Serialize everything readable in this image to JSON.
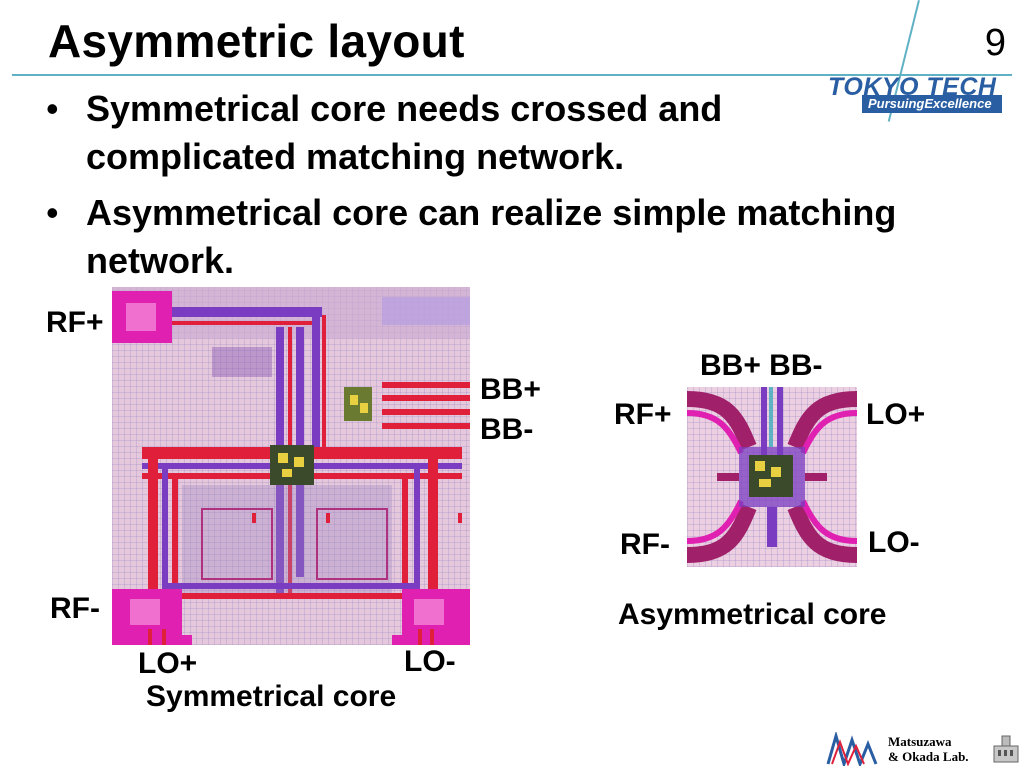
{
  "slide": {
    "title": "Asymmetric layout",
    "page_number": "9"
  },
  "logo": {
    "name": "TOKYO TECH",
    "tagline": "PursuingExcellence"
  },
  "bullets": [
    "Symmetrical core needs crossed and complicated matching network.",
    "Asymmetrical core can realize simple matching network."
  ],
  "symmetrical_figure": {
    "labels": {
      "rf_plus": "RF+",
      "rf_minus": "RF-",
      "bb_plus": "BB+",
      "bb_minus": "BB-",
      "lo_plus": "LO+",
      "lo_minus": "LO-"
    },
    "caption": "Symmetrical core"
  },
  "asymmetrical_figure": {
    "labels": {
      "bb_top": "BB+ BB-",
      "rf_plus": "RF+",
      "rf_minus": "RF-",
      "lo_plus": "LO+",
      "lo_minus": "LO-"
    },
    "caption": "Asymmetrical core"
  },
  "footer": {
    "lab_line1": "Matsuzawa",
    "lab_line2": "& Okada Lab."
  },
  "colors": {
    "accent_line": "#5fb1c4",
    "brand_blue": "#2a5ea3",
    "metal_red": "#e0203a",
    "metal_magenta": "#e020b0",
    "metal_purple": "#7a3cc0"
  }
}
